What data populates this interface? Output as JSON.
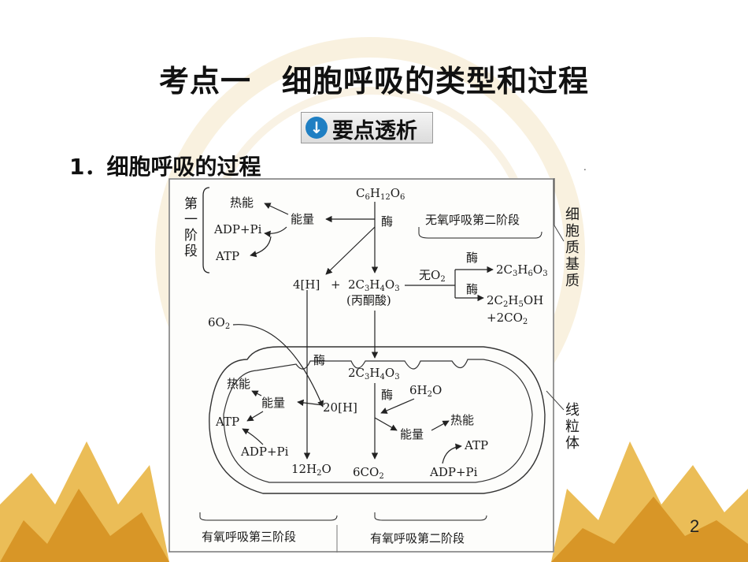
{
  "title": "考点一　细胞呼吸的类型和过程",
  "badge": {
    "icon": "down-arrow-circle-icon",
    "label": "要点透析"
  },
  "subtitle": "1．细胞呼吸的过程",
  "page_number": "2",
  "corner_mark": ".",
  "diagram": {
    "stage1_label": [
      "第",
      "一",
      "阶",
      "段"
    ],
    "cytoplasm_label": [
      "细",
      "胞",
      "质",
      "基",
      "质"
    ],
    "mitochondria_label": [
      "线",
      "粒",
      "体"
    ],
    "glucose": "C6H12O6",
    "enzyme": "酶",
    "energy": "能量",
    "heat": "热能",
    "adp_pi": "ADP+Pi",
    "atp": "ATP",
    "hydrogen_4": "4[H]",
    "plus": "+",
    "pyruvate": "2C3H4O3",
    "pyruvate_name": "(丙酮酸)",
    "anaerobic_stage2": "无氧呼吸第二阶段",
    "no_oxygen": "无O2",
    "lactic_acid": "2C3H6O3",
    "ethanol": "2C2H5OH",
    "co2_2": "+2CO2",
    "oxygen_6": "6O2",
    "water_6": "6H2O",
    "hydrogen_20": "20[H]",
    "water_12": "12H2O",
    "co2_6": "6CO2",
    "aerobic_stage3": "有氧呼吸第三阶段",
    "aerobic_stage2": "有氧呼吸第二阶段"
  },
  "colors": {
    "accent_gold": "#e8b23a",
    "badge_blue": "#1f7fc3"
  }
}
